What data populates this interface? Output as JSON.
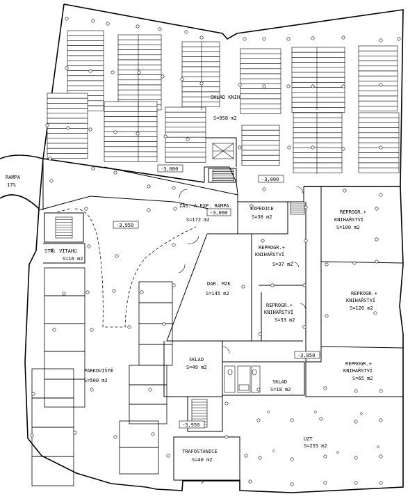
{
  "rooms": {
    "sklad_knih": {
      "name": "SKLAD KNIH",
      "area": "S=958 m2"
    },
    "zas_exp": {
      "name": "ZÁS. A EXP. RAMPA",
      "area": "S=172 m2"
    },
    "expedice": {
      "name": "EXPEDICE",
      "area": "S=38 m2"
    },
    "reprogr_100": {
      "name1": "REPROGR.+",
      "name2": "KNIHAŘSTVÍ",
      "area": "S=100 m2"
    },
    "reprogr_37": {
      "name1": "REPROGR.+",
      "name2": "KNIHAŘSTVÍ",
      "area": "S=37 m2"
    },
    "reprogr_33": {
      "name1": "REPROGR.+",
      "name2": "KNIHAŘSTVÍ",
      "area": "S=33 m2"
    },
    "reprogr_120": {
      "name1": "REPROGR.+",
      "name2": "KNIHAŘSTVÍ",
      "area": "S=120 m2"
    },
    "reprogr_65": {
      "name1": "REPROGR.+",
      "name2": "KNIHAŘSTVÍ",
      "area": "S=65 m2"
    },
    "dar_mzk": {
      "name": "DAR. MZK",
      "area": "S=145 m2"
    },
    "str_vratnu": {
      "name": "STR. VÍTAHU",
      "area": "S=16 m2"
    },
    "parkoviste": {
      "name": "PARKOVIŠTĚ",
      "area": "S=500 m2"
    },
    "sklad_49": {
      "name": "SKLAD",
      "area": "S=49 m2"
    },
    "sklad_18": {
      "name": "SKLAD",
      "area": "S=18 m2"
    },
    "uzt": {
      "name": "UZT",
      "area": "S=255 m2"
    },
    "trafostanice": {
      "name": "TRAFOSTANICE",
      "area": "S=40 m2"
    }
  },
  "levels": {
    "l1": "-3,000",
    "l2": "-3,000",
    "l3": "-3,000",
    "l4": "-3,950",
    "l5": "-3,850",
    "l6": "-3,950"
  },
  "rampa": {
    "label": "RAMPA",
    "value": "17%"
  }
}
